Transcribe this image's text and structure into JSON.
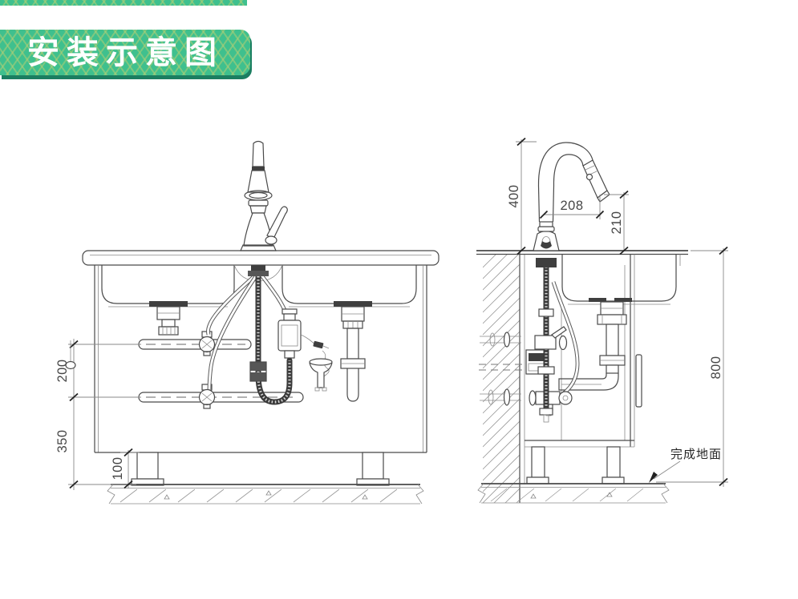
{
  "banner": {
    "title": "安装示意图",
    "bg_color": "#3FC08E",
    "pattern_color": "#A8CC74",
    "shadow_color": "#1B7E61",
    "text_color": "#FFFFFF"
  },
  "drawing": {
    "line_color": "#4A4A4A",
    "dim_color": "#8A8A8A",
    "left_view": {
      "dimensions": {
        "pipe_spacing_mm": "200",
        "pipe_to_floor_mm": "350",
        "leg_height_mm": "100"
      }
    },
    "right_view": {
      "dimensions": {
        "faucet_height_mm": "400",
        "spout_reach_mm": "208",
        "spout_to_counter_mm": "210",
        "counter_height_mm": "800"
      },
      "labels": {
        "finished_floor": "完成地面"
      }
    }
  }
}
